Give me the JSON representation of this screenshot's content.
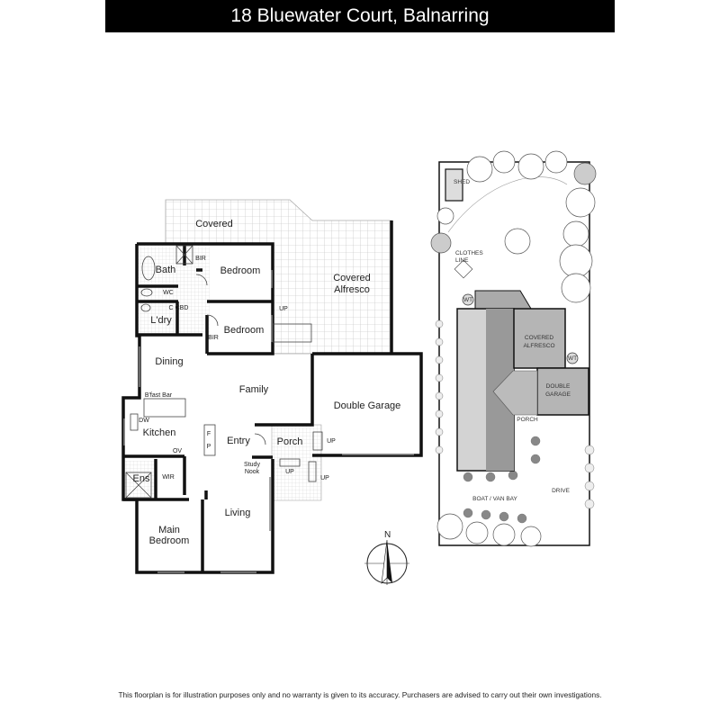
{
  "header": {
    "title": "18 Bluewater Court, Balnarring"
  },
  "floor_plan": {
    "rooms": {
      "covered": "Covered",
      "covered_alfresco_1": "Covered",
      "covered_alfresco_2": "Alfresco",
      "bath": "Bath",
      "bir_1": "BIR",
      "bedroom_1": "Bedroom",
      "wc": "WC",
      "c": "C",
      "cbd": "CBD",
      "laundry": "L'dry",
      "bedroom_2": "Bedroom",
      "bir_2": "BIR",
      "up_alfresco": "UP",
      "dining": "Dining",
      "family": "Family",
      "bfast_bar": "B'fast Bar",
      "dw": "DW",
      "kitchen": "Kitchen",
      "f": "F",
      "p": "P",
      "ov": "OV",
      "entry": "Entry",
      "porch": "Porch",
      "up_porch_1": "UP",
      "up_porch_2": "UP",
      "up_garage": "UP",
      "study_nook_1": "Study",
      "study_nook_2": "Nook",
      "double_garage": "Double Garage",
      "ens": "Ens",
      "wir": "WIR",
      "main_bedroom_1": "Main",
      "main_bedroom_2": "Bedroom",
      "living": "Living"
    },
    "compass": "N"
  },
  "site_plan": {
    "shed": "SHED",
    "clothes_line_1": "CLOTHES",
    "clothes_line_2": "LINE",
    "wt_1": "WT",
    "wt_2": "WT",
    "covered_alfresco_1": "COVERED",
    "covered_alfresco_2": "ALFRESCO",
    "double_garage_1": "DOUBLE",
    "double_garage_2": "GARAGE",
    "porch": "PORCH",
    "boat_van_bay": "BOAT  / VAN BAY",
    "drive": "DRIVE"
  },
  "footer": {
    "disclaimer": "This floorplan is for illustration purposes only and no warranty is given to its accuracy. Purchasers are advised to carry out their own investigations."
  }
}
